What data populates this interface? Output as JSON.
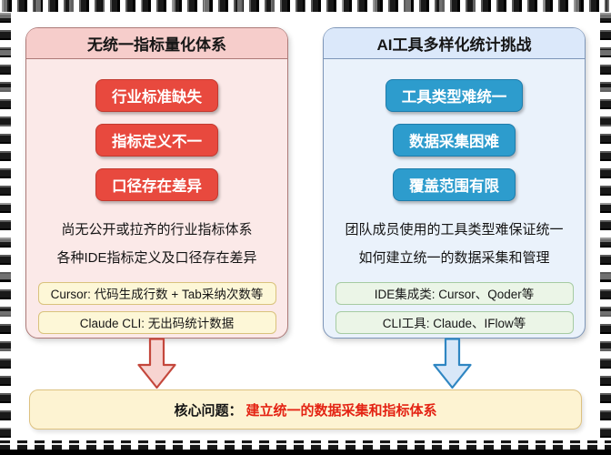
{
  "left_panel": {
    "title": "无统一指标量化体系",
    "buttons": [
      "行业标准缺失",
      "指标定义不一",
      "口径存在差异"
    ],
    "description_lines": [
      "尚无公开或拉齐的行业指标体系",
      "各种IDE指标定义及口径存在差异"
    ],
    "notes": [
      "Cursor: 代码生成行数 + Tab采纳次数等",
      "Claude CLI: 无出码统计数据"
    ]
  },
  "right_panel": {
    "title": "AI工具多样化统计挑战",
    "buttons": [
      "工具类型难统一",
      "数据采集困难",
      "覆盖范围有限"
    ],
    "description_lines": [
      "团队成员使用的工具类型难保证统一",
      "如何建立统一的数据采集和管理"
    ],
    "notes": [
      "IDE集成类: Cursor、Qoder等",
      "CLI工具: Claude、IFlow等"
    ]
  },
  "conclusion": {
    "prefix": "核心问题：",
    "highlight": "建立统一的数据采集和指标体系"
  },
  "icons": {
    "left_arrow": "down-arrow",
    "right_arrow": "down-arrow"
  },
  "colors": {
    "left_accent": "#e8493e",
    "left_panel_border": "#ad7a78",
    "left_header_bg": "#f6cdcb",
    "left_body_bg": "#fbe9e8",
    "left_arrow_fill": "#f7d4d1",
    "left_arrow_stroke": "#c4473c",
    "right_accent": "#2d9ccd",
    "right_panel_border": "#7e96b8",
    "right_header_bg": "#dbe8fa",
    "right_body_bg": "#eaf2fb",
    "right_arrow_fill": "#d8e7f8",
    "right_arrow_stroke": "#2f86c2",
    "note_yellow_bg": "#fdf7d7",
    "note_yellow_border": "#d9c27c",
    "note_green_bg": "#ebf5e7",
    "note_green_border": "#a6cba2",
    "banner_bg": "#fdf3d2",
    "banner_border": "#ddc180",
    "highlight_red": "#e42313"
  }
}
